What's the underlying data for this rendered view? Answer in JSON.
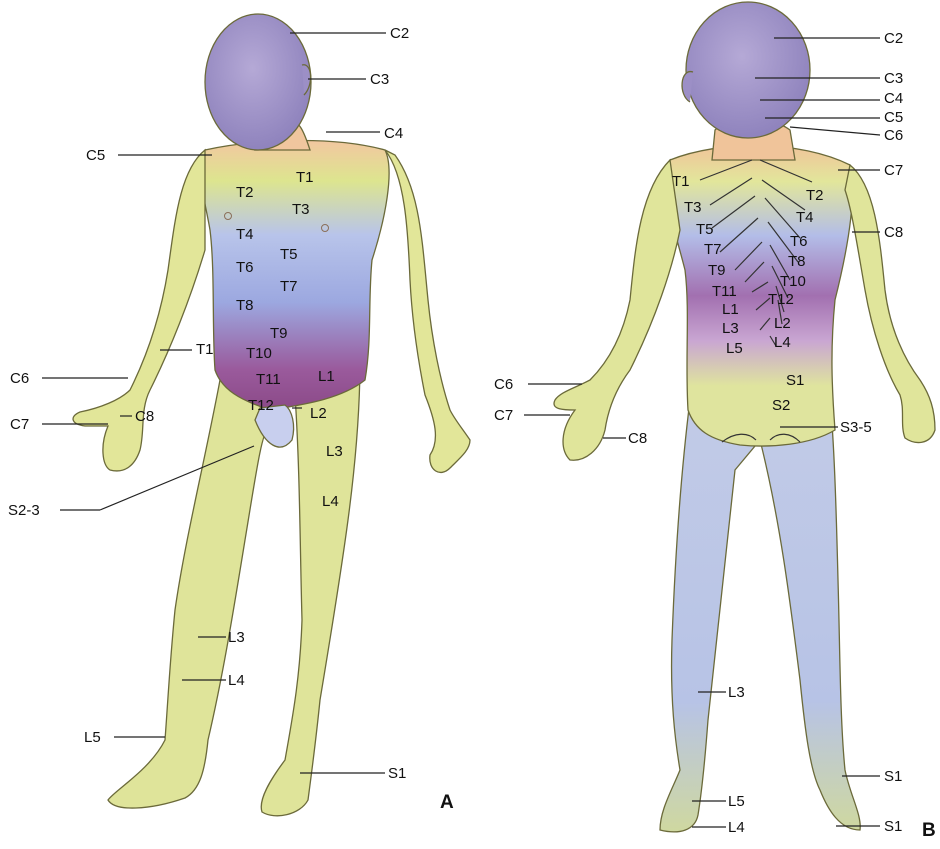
{
  "figure": {
    "panels": [
      {
        "name": "A",
        "labels": [
          "C2",
          "C3",
          "C4",
          "C5",
          "T1",
          "T2",
          "T3",
          "T4",
          "T5",
          "T6",
          "T7",
          "T8",
          "T9",
          "T10",
          "T11",
          "T12",
          "T1",
          "C6",
          "C7",
          "C8",
          "L1",
          "L2",
          "L3",
          "L4",
          "S2-3",
          "L3",
          "L4",
          "L5",
          "S1"
        ]
      },
      {
        "name": "B",
        "labels": [
          "C2",
          "C3",
          "C4",
          "C5",
          "C6",
          "C7",
          "C8",
          "T1",
          "T2",
          "T3",
          "T4",
          "T5",
          "T6",
          "T7",
          "T8",
          "T9",
          "T10",
          "T11",
          "T12",
          "L1",
          "L2",
          "L3",
          "L4",
          "L5",
          "S1",
          "S2",
          "S3-5",
          "C6",
          "C7",
          "C8",
          "L3",
          "S1",
          "L5",
          "L4",
          "S1"
        ]
      }
    ]
  },
  "colors": {
    "head": "#a89bc9",
    "cervical": "#f0c49a",
    "thoracic_upper": "#d9e28a",
    "thoracic_mid": "#a9b7e3",
    "thoracic_low": "#9a5a9c",
    "lumbar": "#dfe59a",
    "sacral": "#c5cfe6",
    "outline": "#6b6a3a"
  }
}
